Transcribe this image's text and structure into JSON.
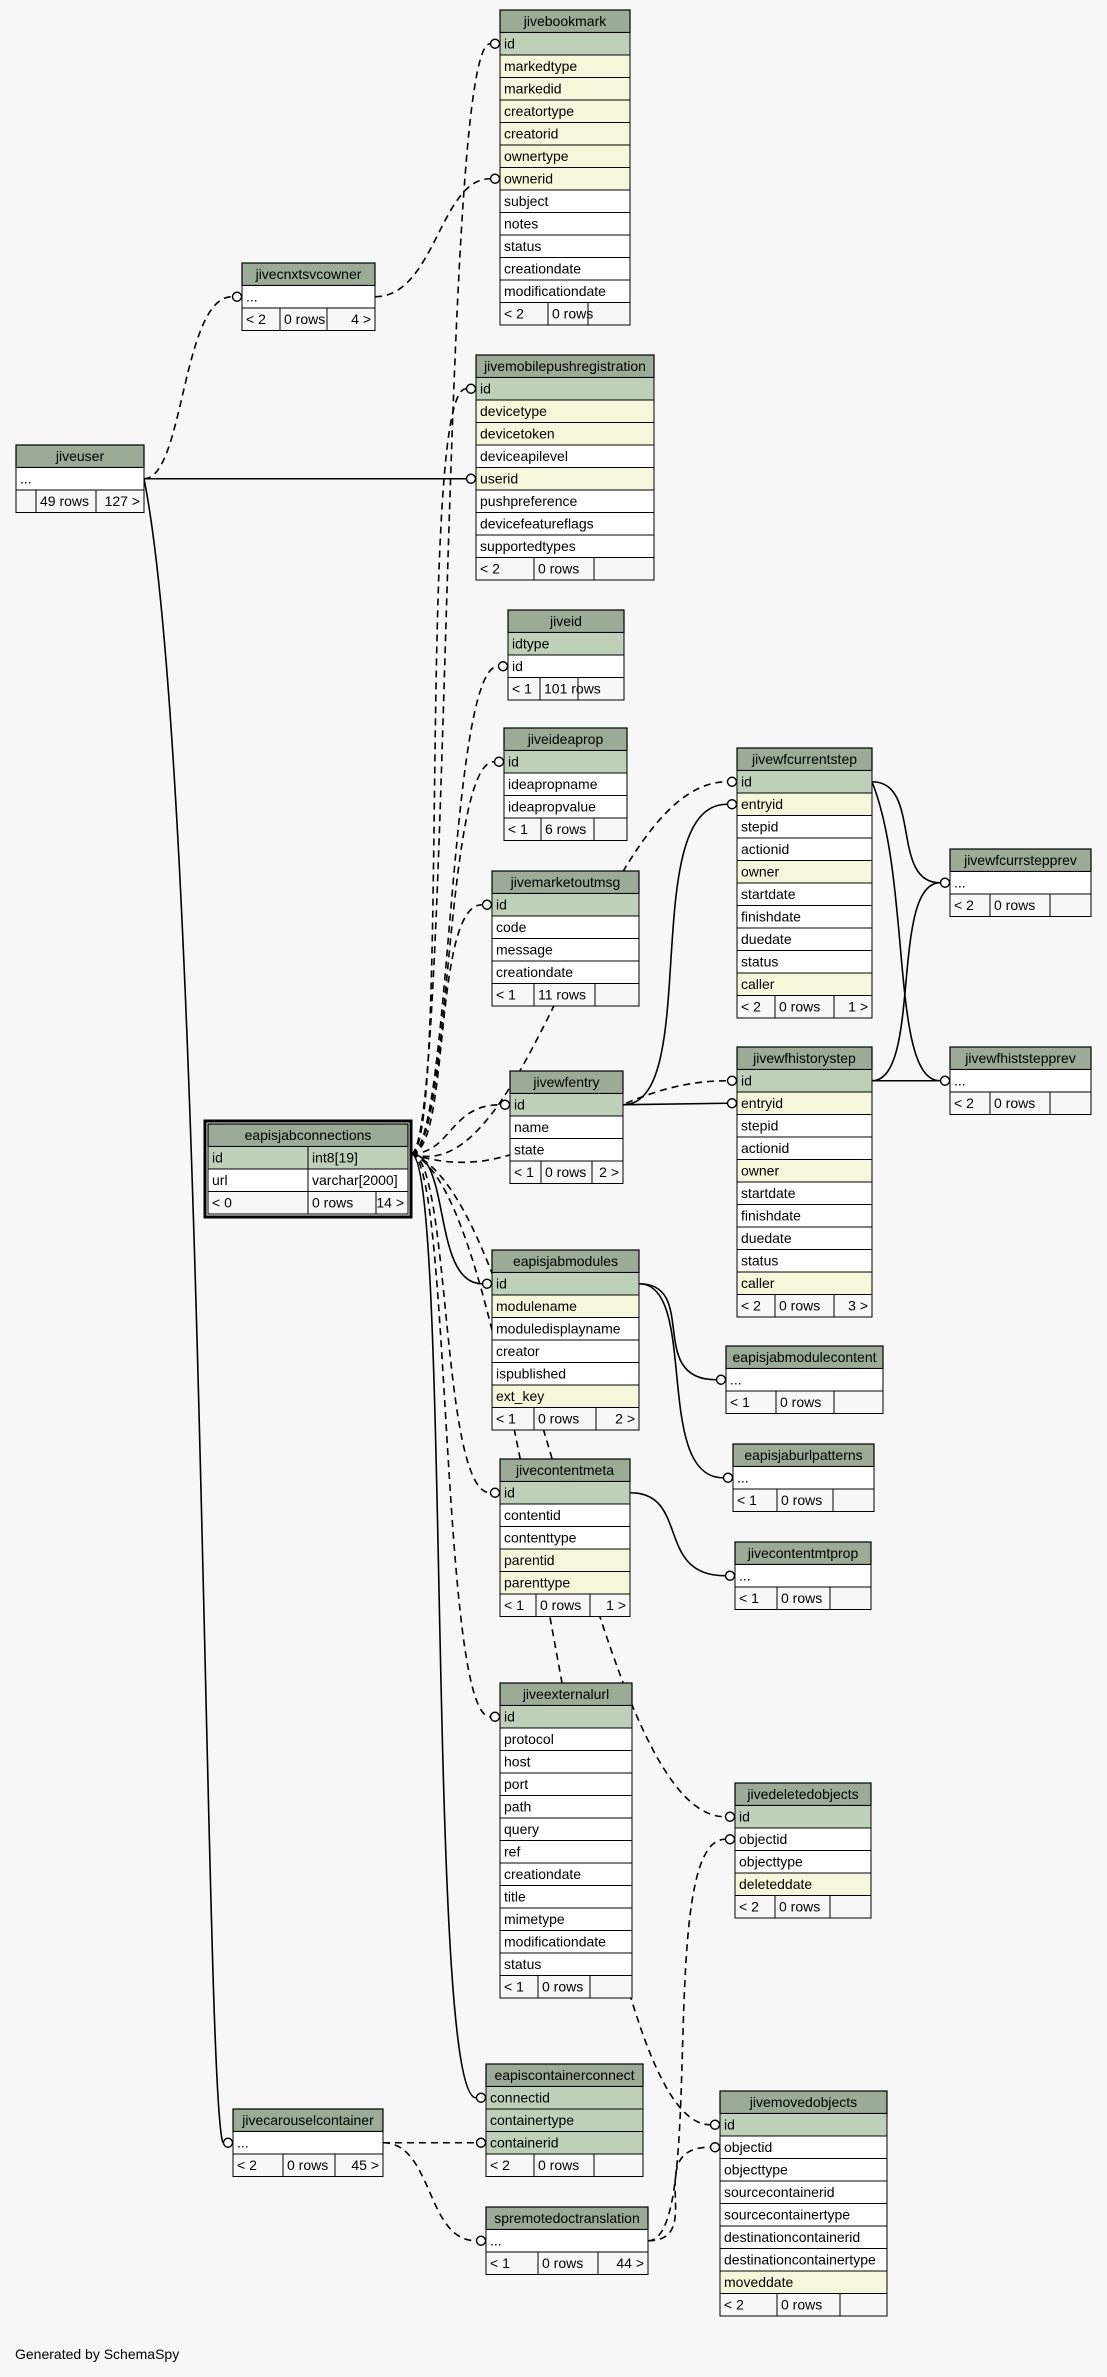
{
  "footer": "Generated by SchemaSpy",
  "colors": {
    "header": "#9bab96",
    "key": "#bed1b8",
    "indexed": "#f4f7da",
    "plain": "#ffffff",
    "footer": "#f7f7f7",
    "edge": "#000000"
  },
  "tables": [
    {
      "name": "jivebookmark",
      "cols": [
        [
          "id",
          "k"
        ],
        [
          "markedtype",
          "i"
        ],
        [
          "markedid",
          "i"
        ],
        [
          "creatortype",
          "i"
        ],
        [
          "creatorid",
          "i"
        ],
        [
          "ownertype",
          "i"
        ],
        [
          "ownerid",
          "i"
        ],
        [
          "subject",
          ""
        ],
        [
          "notes",
          ""
        ],
        [
          "status",
          ""
        ],
        [
          "creationdate",
          ""
        ],
        [
          "modificationdate",
          ""
        ]
      ],
      "foot": [
        "< 2",
        "0 rows",
        ""
      ]
    },
    {
      "name": "jivecnxtsvcowner",
      "cols": [
        [
          "...",
          ""
        ]
      ],
      "foot": [
        "< 2",
        "0 rows",
        "4 >"
      ]
    },
    {
      "name": "jiveuser",
      "cols": [
        [
          "...",
          ""
        ]
      ],
      "foot": [
        "",
        "49 rows",
        "127 >"
      ]
    },
    {
      "name": "jivemobilepushregistration",
      "cols": [
        [
          "id",
          "k"
        ],
        [
          "devicetype",
          "i"
        ],
        [
          "devicetoken",
          "i"
        ],
        [
          "deviceapilevel",
          ""
        ],
        [
          "userid",
          "i"
        ],
        [
          "pushpreference",
          ""
        ],
        [
          "devicefeatureflags",
          ""
        ],
        [
          "supportedtypes",
          ""
        ]
      ],
      "foot": [
        "< 2",
        "0 rows",
        ""
      ]
    },
    {
      "name": "jiveid",
      "cols": [
        [
          "idtype",
          "k"
        ],
        [
          "id",
          ""
        ]
      ],
      "foot": [
        "< 1",
        "101 rows",
        ""
      ]
    },
    {
      "name": "jiveideaprop",
      "cols": [
        [
          "id",
          "k"
        ],
        [
          "ideapropname",
          ""
        ],
        [
          "ideapropvalue",
          ""
        ]
      ],
      "foot": [
        "< 1",
        "6 rows",
        ""
      ]
    },
    {
      "name": "jivewfcurrentstep",
      "cols": [
        [
          "id",
          "k"
        ],
        [
          "entryid",
          "i"
        ],
        [
          "stepid",
          ""
        ],
        [
          "actionid",
          ""
        ],
        [
          "owner",
          "i"
        ],
        [
          "startdate",
          ""
        ],
        [
          "finishdate",
          ""
        ],
        [
          "duedate",
          ""
        ],
        [
          "status",
          ""
        ],
        [
          "caller",
          "i"
        ]
      ],
      "foot": [
        "< 2",
        "0 rows",
        "1 >"
      ]
    },
    {
      "name": "jivewfcurrstepprev",
      "cols": [
        [
          "...",
          ""
        ]
      ],
      "foot": [
        "< 2",
        "0 rows",
        ""
      ]
    },
    {
      "name": "jivemarketoutmsg",
      "cols": [
        [
          "id",
          "k"
        ],
        [
          "code",
          ""
        ],
        [
          "message",
          ""
        ],
        [
          "creationdate",
          ""
        ]
      ],
      "foot": [
        "< 1",
        "11 rows",
        ""
      ]
    },
    {
      "name": "jivewfentry",
      "cols": [
        [
          "id",
          "k"
        ],
        [
          "name",
          ""
        ],
        [
          "state",
          ""
        ]
      ],
      "foot": [
        "< 1",
        "0 rows",
        "2 >"
      ]
    },
    {
      "name": "jivewfhistorystep",
      "cols": [
        [
          "id",
          "k"
        ],
        [
          "entryid",
          "i"
        ],
        [
          "stepid",
          ""
        ],
        [
          "actionid",
          ""
        ],
        [
          "owner",
          "i"
        ],
        [
          "startdate",
          ""
        ],
        [
          "finishdate",
          ""
        ],
        [
          "duedate",
          ""
        ],
        [
          "status",
          ""
        ],
        [
          "caller",
          "i"
        ]
      ],
      "foot": [
        "< 2",
        "0 rows",
        "3 >"
      ]
    },
    {
      "name": "jivewfhiststepprev",
      "cols": [
        [
          "...",
          ""
        ]
      ],
      "foot": [
        "< 2",
        "0 rows",
        ""
      ]
    },
    {
      "name": "eapisjabconnections",
      "cols": [
        [
          "id",
          "int8[19]"
        ],
        [
          "url",
          "varchar[2000]"
        ]
      ],
      "foot": [
        "< 0",
        "0 rows",
        "14 >"
      ]
    },
    {
      "name": "eapisjabmodules",
      "cols": [
        [
          "id",
          "k"
        ],
        [
          "modulename",
          "i"
        ],
        [
          "moduledisplayname",
          ""
        ],
        [
          "creator",
          ""
        ],
        [
          "ispublished",
          ""
        ],
        [
          "ext_key",
          "i"
        ]
      ],
      "foot": [
        "< 1",
        "0 rows",
        "2 >"
      ]
    },
    {
      "name": "eapisjabmodulecontent",
      "cols": [
        [
          "...",
          ""
        ]
      ],
      "foot": [
        "< 1",
        "0 rows",
        ""
      ]
    },
    {
      "name": "eapisjaburlpatterns",
      "cols": [
        [
          "...",
          ""
        ]
      ],
      "foot": [
        "< 1",
        "0 rows",
        ""
      ]
    },
    {
      "name": "jivecontentmeta",
      "cols": [
        [
          "id",
          "k"
        ],
        [
          "contentid",
          ""
        ],
        [
          "contenttype",
          ""
        ],
        [
          "parentid",
          "i"
        ],
        [
          "parenttype",
          "i"
        ]
      ],
      "foot": [
        "< 1",
        "0 rows",
        "1 >"
      ]
    },
    {
      "name": "jivecontentmtprop",
      "cols": [
        [
          "...",
          ""
        ]
      ],
      "foot": [
        "< 1",
        "0 rows",
        ""
      ]
    },
    {
      "name": "jiveexternalurl",
      "cols": [
        [
          "id",
          "k"
        ],
        [
          "protocol",
          ""
        ],
        [
          "host",
          ""
        ],
        [
          "port",
          ""
        ],
        [
          "path",
          ""
        ],
        [
          "query",
          ""
        ],
        [
          "ref",
          ""
        ],
        [
          "creationdate",
          ""
        ],
        [
          "title",
          ""
        ],
        [
          "mimetype",
          ""
        ],
        [
          "modificationdate",
          ""
        ],
        [
          "status",
          ""
        ]
      ],
      "foot": [
        "< 1",
        "0 rows",
        ""
      ]
    },
    {
      "name": "jivedeletedobjects",
      "cols": [
        [
          "id",
          "k"
        ],
        [
          "objectid",
          ""
        ],
        [
          "objecttype",
          ""
        ],
        [
          "deleteddate",
          "i"
        ]
      ],
      "foot": [
        "< 2",
        "0 rows",
        ""
      ]
    },
    {
      "name": "eapiscontainerconnect",
      "cols": [
        [
          "connectid",
          "k"
        ],
        [
          "containertype",
          "k"
        ],
        [
          "containerid",
          "k"
        ]
      ],
      "foot": [
        "< 2",
        "0 rows",
        ""
      ]
    },
    {
      "name": "jivecarouselcontainer",
      "cols": [
        [
          "...",
          ""
        ]
      ],
      "foot": [
        "< 2",
        "0 rows",
        "45 >"
      ]
    },
    {
      "name": "jivemovedobjects",
      "cols": [
        [
          "id",
          "k"
        ],
        [
          "objectid",
          ""
        ],
        [
          "objecttype",
          ""
        ],
        [
          "sourcecontainerid",
          ""
        ],
        [
          "sourcecontainertype",
          ""
        ],
        [
          "destinationcontainerid",
          ""
        ],
        [
          "destinationcontainertype",
          ""
        ],
        [
          "moveddate",
          "i"
        ]
      ],
      "foot": [
        "< 2",
        "0 rows",
        ""
      ]
    },
    {
      "name": "spremotedoctranslation",
      "cols": [
        [
          "...",
          ""
        ]
      ],
      "foot": [
        "< 1",
        "0 rows",
        "44 >"
      ]
    }
  ]
}
